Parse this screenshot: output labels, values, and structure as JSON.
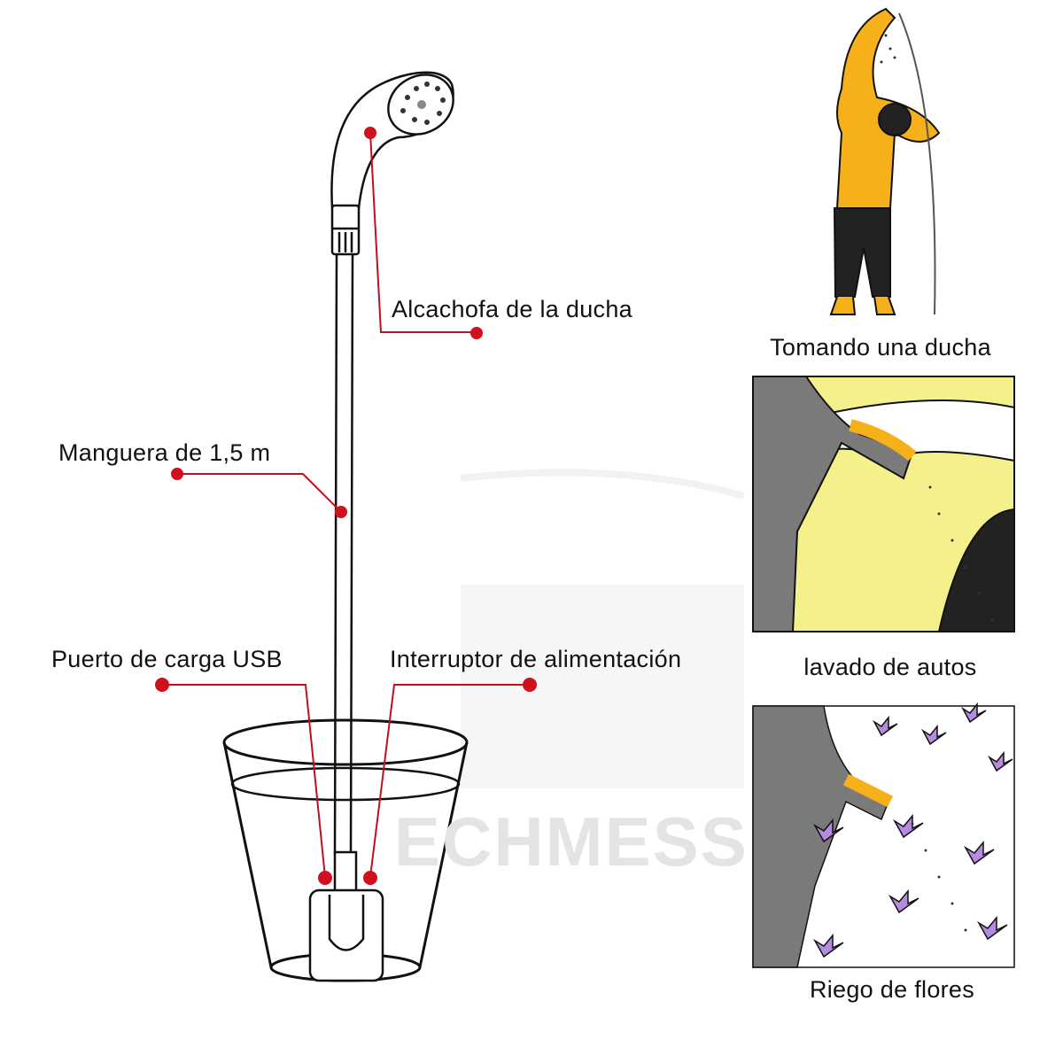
{
  "watermark": "ECHMESS",
  "labels": {
    "shower_head": "Alcachofa de la ducha",
    "hose": "Manguera de 1,5 m",
    "usb_port": "Puerto de carga USB",
    "power_switch": "Interruptor de alimentación"
  },
  "uses": [
    {
      "caption": "Tomando una ducha"
    },
    {
      "caption": "lavado de autos"
    },
    {
      "caption": "Riego de flores"
    }
  ],
  "colors": {
    "callout": "#d0101c",
    "skin": "#f5b01a",
    "car": "#f4f08c",
    "flower": "#b48be0",
    "sleeve": "#7a7a7a"
  }
}
